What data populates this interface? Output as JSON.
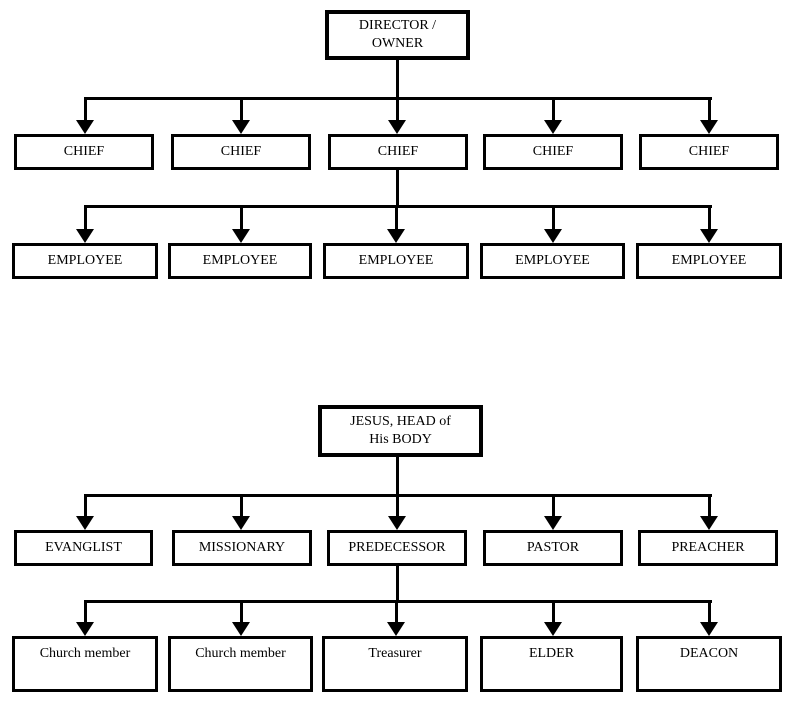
{
  "colors": {
    "background": "#ffffff",
    "box_fill": "#ffffff",
    "box_border": "#000000",
    "line": "#000000",
    "text": "#000000"
  },
  "charts": [
    {
      "name": "business-hierarchy",
      "root": {
        "line1": "DIRECTOR /",
        "line2": "OWNER"
      },
      "level2": [
        "CHIEF",
        "CHIEF",
        "CHIEF",
        "CHIEF",
        "CHIEF"
      ],
      "level3": [
        "EMPLOYEE",
        "EMPLOYEE",
        "EMPLOYEE",
        "EMPLOYEE",
        "EMPLOYEE"
      ]
    },
    {
      "name": "church-hierarchy",
      "root": {
        "line1": "JESUS, HEAD of",
        "line2": "His BODY"
      },
      "level2": [
        "EVANGLIST",
        "MISSIONARY",
        "PREDECESSOR",
        "PASTOR",
        "PREACHER"
      ],
      "level3": [
        "Church member",
        "Church member",
        "Treasurer",
        "ELDER",
        "DEACON"
      ]
    }
  ]
}
